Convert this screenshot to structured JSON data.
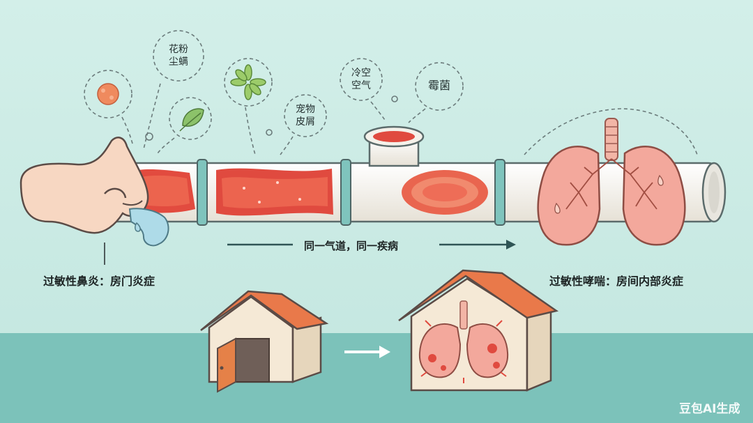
{
  "allergens": {
    "pollen_mites": "花粉\n尘螨",
    "pet_dander": "宠物\n皮屑",
    "cold_air": "冷空\n空气",
    "mold": "霉菌"
  },
  "captions": {
    "left": "过敏性鼻炎：房门炎症",
    "center": "同一气道，同一疾病",
    "right": "过敏性哮喘：房间内部炎症"
  },
  "watermark": "豆包AI生成",
  "colors": {
    "background_top": "#cdebe6",
    "background_bottom": "#7fc4bd",
    "inflamed_red": "#e04a3f",
    "airway_pipe": "#f4f1ea",
    "skin": "#f7d7c2",
    "lung_pink": "#f3a89c",
    "roof_orange": "#e9794a"
  }
}
